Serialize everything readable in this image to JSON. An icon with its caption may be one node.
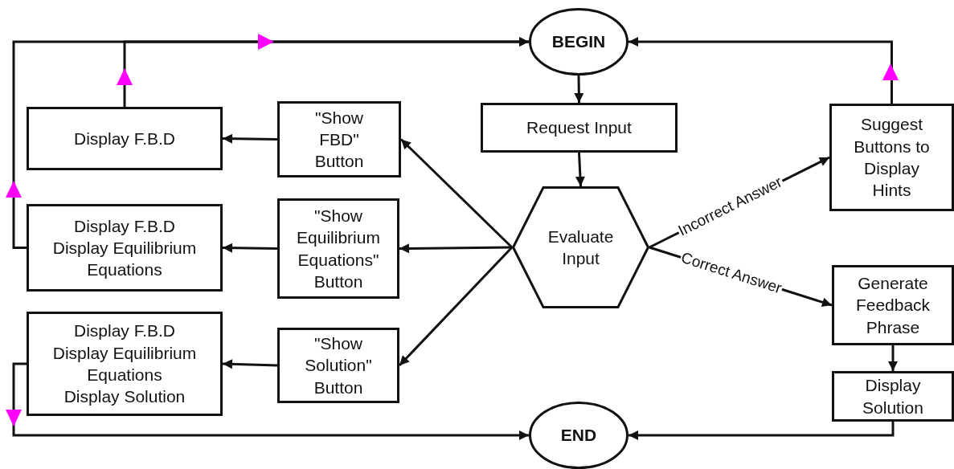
{
  "diagram": {
    "nodes": [
      {
        "text": [
          "BEGIN"
        ]
      },
      {
        "text": [
          "Request Input"
        ]
      },
      {
        "text": [
          "Evaluate Input"
        ]
      },
      {
        "text": [
          "Suggest Buttons to Display Hints"
        ]
      },
      {
        "text": [
          "Generate Feedback Phrase"
        ]
      },
      {
        "text": [
          "Display Solution"
        ]
      },
      {
        "text": [
          "END"
        ]
      },
      {
        "text": [
          "\"Show FBD\" Button"
        ]
      },
      {
        "text": [
          "\"Show Equilibrium Equations\" Button"
        ]
      },
      {
        "text": [
          "\"Show Solution\" Button"
        ]
      },
      {
        "text": [
          "Display F.B.D"
        ]
      },
      {
        "text": [
          "Display F.B.D Display Equilibrium Equations"
        ]
      },
      {
        "text": [
          "Display F.B.D Display Equilibrium Equations Display Solution"
        ]
      }
    ],
    "edges": [
      {
        "from": 0,
        "to": 1,
        "arrow": "to"
      },
      {
        "from": 1,
        "to": 2,
        "arrow": "to"
      },
      {
        "from": 2,
        "to": 3,
        "arrow": "to",
        "label": "Incorrect Answer"
      },
      {
        "from": 2,
        "to": 4,
        "arrow": "to",
        "label": "Correct Answer"
      },
      {
        "from": 4,
        "to": 5,
        "arrow": "to"
      },
      {
        "from": 5,
        "to": 6,
        "arrow": "to"
      },
      {
        "from": 3,
        "to": 0,
        "arrow": "to"
      },
      {
        "from": 2,
        "to": 7,
        "arrow": "to"
      },
      {
        "from": 2,
        "to": 8,
        "arrow": "to"
      },
      {
        "from": 2,
        "to": 9,
        "arrow": "to"
      },
      {
        "from": 7,
        "to": 10,
        "arrow": "to"
      },
      {
        "from": 8,
        "to": 11,
        "arrow": "to"
      },
      {
        "from": 9,
        "to": 12,
        "arrow": "to"
      },
      {
        "from": 10,
        "to": 0,
        "arrow": "to"
      },
      {
        "from": 11,
        "to": 0,
        "arrow": "to"
      },
      {
        "from": 12,
        "to": 6,
        "arrow": "to"
      }
    ]
  }
}
